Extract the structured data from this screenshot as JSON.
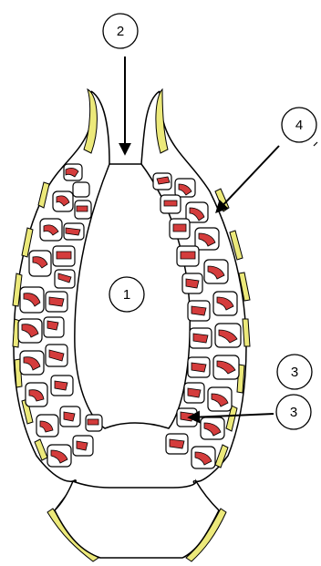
{
  "diagram": {
    "callouts": [
      {
        "id": "callout-1",
        "text": "1"
      },
      {
        "id": "callout-2",
        "text": "2"
      },
      {
        "id": "callout-3a",
        "text": "3"
      },
      {
        "id": "callout-3b",
        "text": "3"
      },
      {
        "id": "callout-4",
        "text": "4"
      }
    ],
    "colors": {
      "outline": "#000000",
      "cell_fill": "#ffffff",
      "pigment_red": "#d43c3c",
      "yellow_band": "#ece97a",
      "background": "#ffffff"
    }
  }
}
